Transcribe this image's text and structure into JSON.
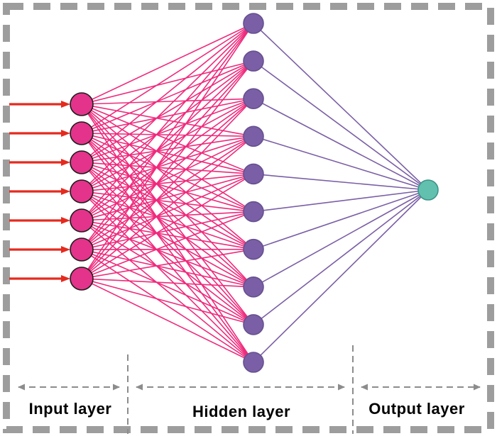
{
  "figure": {
    "background": "#ffffff",
    "border": {
      "color": "#9d9d9d",
      "style": "dashed"
    }
  },
  "network": {
    "layers": [
      {
        "id": "input",
        "label": "Input layer",
        "node_count": 7,
        "node_color": "#e4338a",
        "node_stroke": "#1c1c1c"
      },
      {
        "id": "hidden",
        "label": "Hidden layer",
        "node_count": 10,
        "node_color": "#7a5fa6",
        "node_stroke": "#66508f"
      },
      {
        "id": "output",
        "label": "Output layer",
        "node_count": 1,
        "node_color": "#62c0ae",
        "node_stroke": "#3c9488"
      }
    ],
    "connections": [
      {
        "from": "input",
        "to": "hidden",
        "color": "#ef2a7c"
      },
      {
        "from": "hidden",
        "to": "output",
        "color": "#7a5fa6"
      }
    ],
    "input_arrows": {
      "count": 7,
      "color": "#e52a1e"
    }
  },
  "axis": {
    "color": "#8c8c8c",
    "labels": [
      "Input layer",
      "Hidden layer",
      "Output layer"
    ]
  }
}
